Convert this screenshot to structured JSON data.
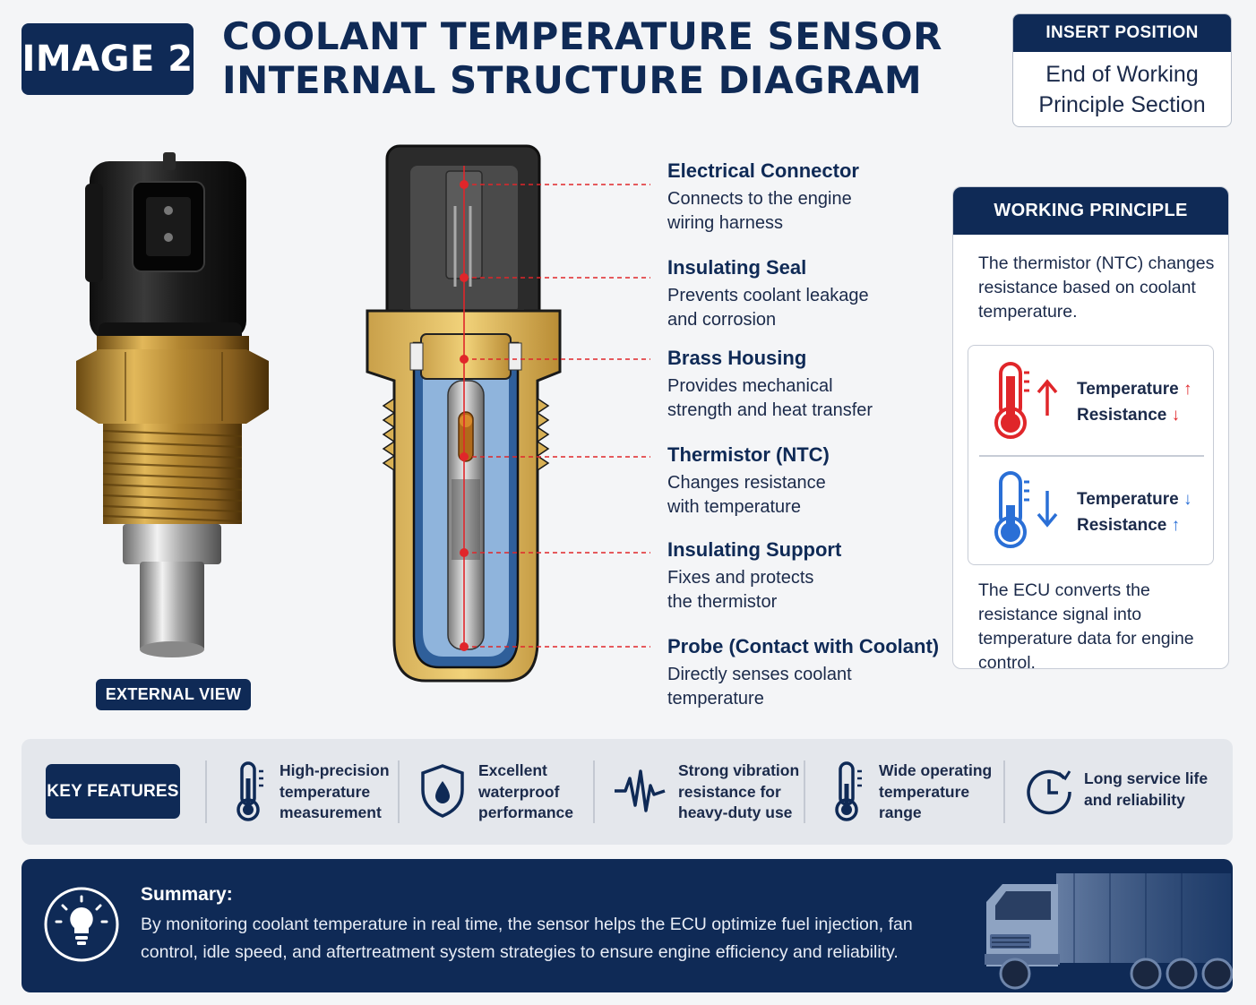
{
  "header": {
    "badge": "IMAGE 2",
    "title_line1": "COOLANT TEMPERATURE SENSOR",
    "title_line2": "INTERNAL STRUCTURE DIAGRAM"
  },
  "insert_position": {
    "heading": "INSERT POSITION",
    "line1": "End of Working",
    "line2": "Principle Section"
  },
  "external_view": {
    "label": "EXTERNAL VIEW"
  },
  "callouts": [
    {
      "title": "Electrical Connector",
      "line1": "Connects to the engine",
      "line2": "wiring harness"
    },
    {
      "title": "Insulating Seal",
      "line1": "Prevents coolant leakage",
      "line2": "and corrosion"
    },
    {
      "title": "Brass Housing",
      "line1": "Provides mechanical",
      "line2": "strength and heat transfer"
    },
    {
      "title": "Thermistor (NTC)",
      "line1": "Changes resistance",
      "line2": "with temperature"
    },
    {
      "title": "Insulating Support",
      "line1": "Fixes and protects",
      "line2": "the thermistor"
    },
    {
      "title": "Probe (Contact with Coolant)",
      "line1": "Directly senses coolant",
      "line2": "temperature"
    }
  ],
  "working_principle": {
    "heading": "WORKING PRINCIPLE",
    "intro": "The thermistor (NTC) changes resistance based on coolant temperature.",
    "hot": {
      "temp_label": "Temperature",
      "temp_arrow": "↑",
      "res_label": "Resistance",
      "res_arrow": "↓"
    },
    "cold": {
      "temp_label": "Temperature",
      "temp_arrow": "↓",
      "res_label": "Resistance",
      "res_arrow": "↑"
    },
    "outro": "The ECU converts the resistance signal into temperature data for engine control."
  },
  "key_features": {
    "label": "KEY FEATURES",
    "items": [
      {
        "icon": "thermometer-icon",
        "l1": "High-precision",
        "l2": "temperature",
        "l3": "measurement"
      },
      {
        "icon": "shield-droplet-icon",
        "l1": "Excellent",
        "l2": "waterproof",
        "l3": "performance"
      },
      {
        "icon": "vibration-wave-icon",
        "l1": "Strong vibration",
        "l2": "resistance for",
        "l3": "heavy-duty use"
      },
      {
        "icon": "thermometer-icon",
        "l1": "Wide operating",
        "l2": "temperature",
        "l3": "range"
      },
      {
        "icon": "clock-icon",
        "l1": "Long service life",
        "l2": "and reliability",
        "l3": ""
      }
    ]
  },
  "summary": {
    "title": "Summary:",
    "text": "By monitoring coolant temperature in real time, the sensor helps the ECU optimize fuel injection, fan control, idle speed, and aftertreatment system strategies to ensure engine efficiency and reliability.",
    "icon": "lightbulb-icon",
    "image": "truck-image"
  },
  "colors": {
    "navy": "#0f2a56",
    "red_accent": "#e0262a",
    "blue_accent": "#2a6fd6",
    "brass": "#c8a046"
  }
}
